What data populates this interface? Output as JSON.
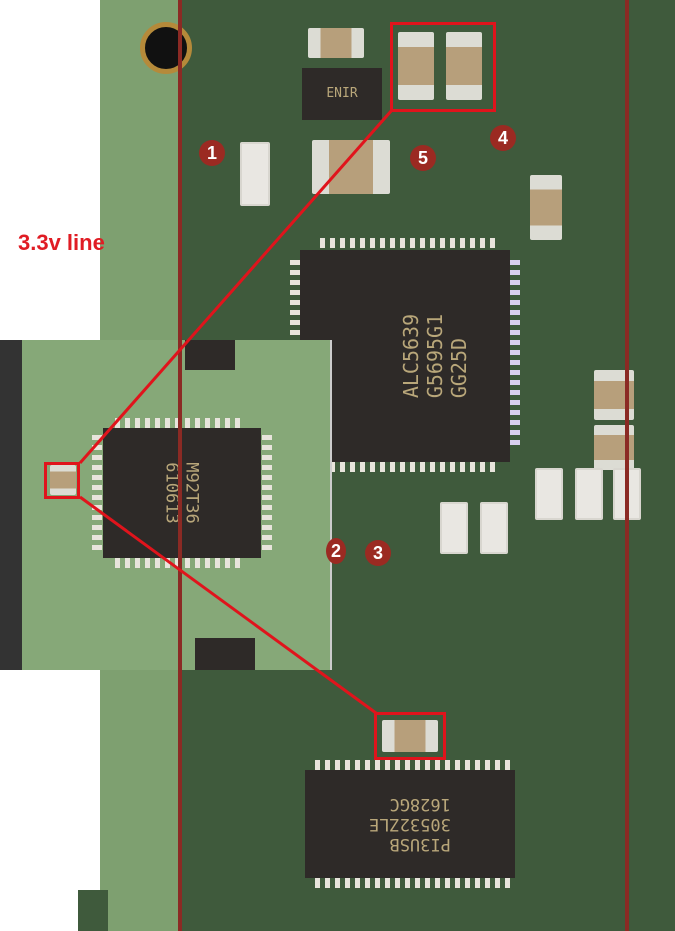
{
  "annotation": {
    "label": "3.3v line",
    "accent_color": "#e01c24",
    "guide_color": "#8b2a24"
  },
  "markers": [
    {
      "number": "1"
    },
    {
      "number": "2"
    },
    {
      "number": "3"
    },
    {
      "number": "4"
    },
    {
      "number": "5"
    }
  ],
  "chips": {
    "regulator": "ENIR",
    "codec": "ALC5639\nG5695G1\nGG25D",
    "inset_chip": "M92T36\n610613",
    "usb_switch": "PI3USB\n30532ZLE\n1628GC"
  }
}
